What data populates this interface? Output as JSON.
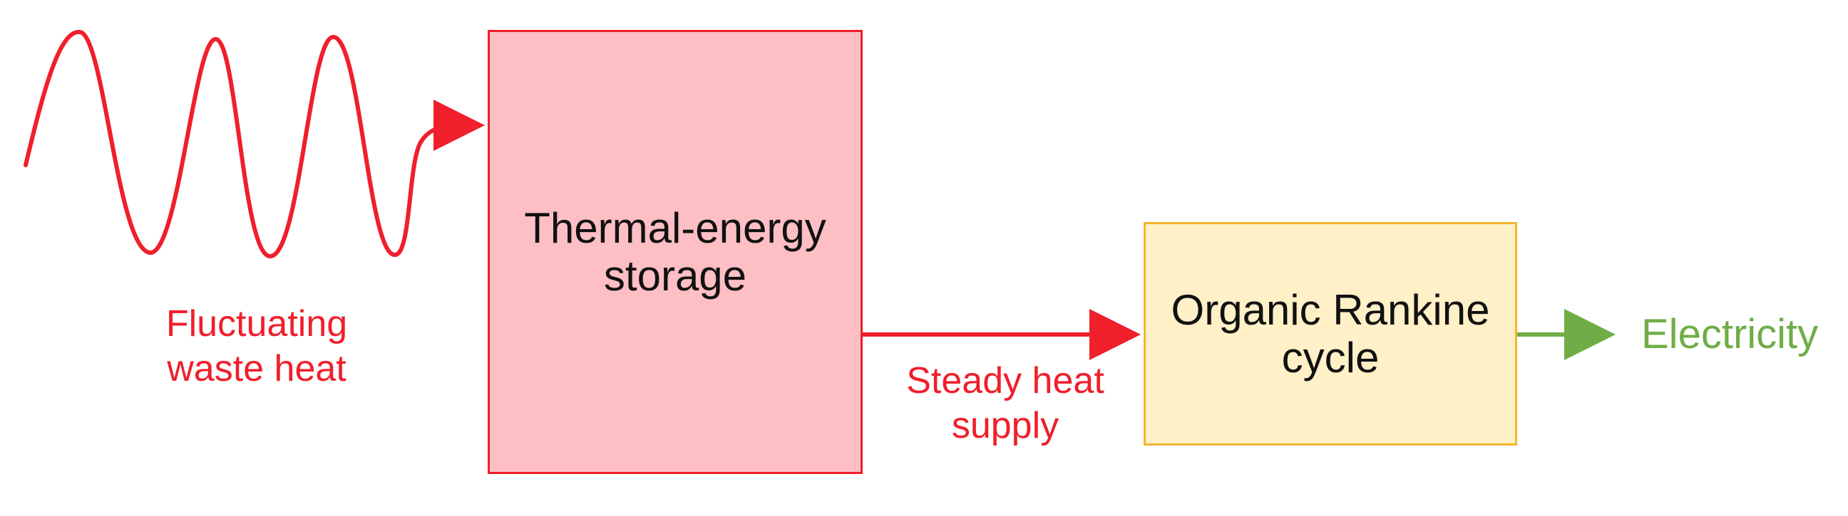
{
  "diagram": {
    "input_label": "Fluctuating\nwaste heat",
    "storage_label": "Thermal-energy\nstorage",
    "transfer_label": "Steady heat\nsupply",
    "cycle_label": "Organic Rankine\ncycle",
    "output_label": "Electricity"
  },
  "colors": {
    "heat": "#ef1f2b",
    "storage_fill": "#fdbfc4",
    "cycle_fill": "#fff0c8",
    "cycle_border": "#f2b62d",
    "electricity": "#70ad47"
  }
}
